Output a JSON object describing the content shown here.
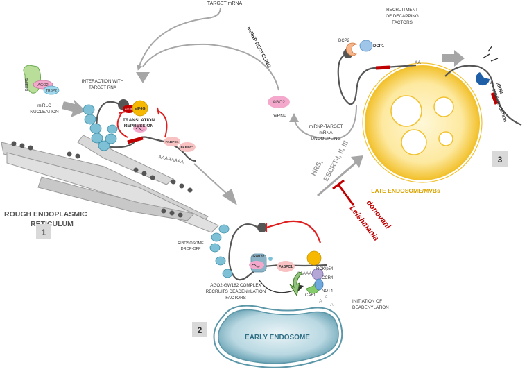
{
  "labels": {
    "target_mrna": "TARGET mRNA",
    "mirnp_recycling": "miRNP RECYCLING",
    "recruit_decap_1": "RECRUITMENT",
    "recruit_decap_2": "OF DECAPPING",
    "recruit_decap_3": "FACTORS",
    "interaction_1": "INTERACTION WITH",
    "interaction_2": "TARGET RNA",
    "mirlc_1": "miRLC",
    "mirlc_2": "NUCLEATION",
    "translation_1": "TRANSLATION",
    "translation_2": "REPRESSION",
    "mirnp": "miRNP",
    "uncoupling_1": "miRNP-TARGET",
    "uncoupling_2": "mRNA",
    "uncoupling_3": "UNCOUPLING",
    "hrs": "HRS,",
    "escrt": "ESCRT-I, II, III",
    "leish_1": "Leishmania",
    "leish_2": "donovani",
    "rough_er_1": "ROUGH ENDOPLASMIC",
    "rough_er_2": "RETICULUM",
    "late_endosome": "LATE ENDOSOME/MVBs",
    "degradation": "5' – 3' DEGRADATION",
    "ribosome_1": "RIBOSOSOME",
    "ribosome_2": "DROP-OFF",
    "complex_1": "AGO2-GW182 COMPLEX",
    "complex_2": "RECRUITS DEADENYLATION",
    "complex_3": "FACTORS",
    "deadenyl_1": "INITIATION OF",
    "deadenyl_2": "DEADENYLATION",
    "early_endosome": "EARLY  ENDOSOME",
    "polyA_1": "AAAAAAAA",
    "polyA_2": "AAAAA",
    "aa": "AA",
    "a_letters": "A"
  },
  "proteins": {
    "dicer1": "DICER1",
    "ago2": "AGO2",
    "trbp2": "TRBP2",
    "eif4e": "eIF4E",
    "eif4g": "eIF4G",
    "pabpc1": "PABPC1",
    "gw182": "GW182",
    "rck": "RCK/p54",
    "ccr4": "CCR4",
    "caf1": "CAF1",
    "not4": "NOT4",
    "dcp2": "DCP2",
    "dcp1": "DCP1",
    "xrn1": "XRN1"
  },
  "steps": {
    "s1": "1",
    "s2": "2",
    "s3": "3"
  },
  "colors": {
    "arrow_gray": "#a6a6a6",
    "inhibit_red": "#e02020",
    "leishmania_red": "#c00000",
    "endosome_late": "#f2c12e",
    "endosome_early": "#5b97a8",
    "ribosome": "#7ec1d6",
    "er_gray": "#cfcfcf"
  }
}
